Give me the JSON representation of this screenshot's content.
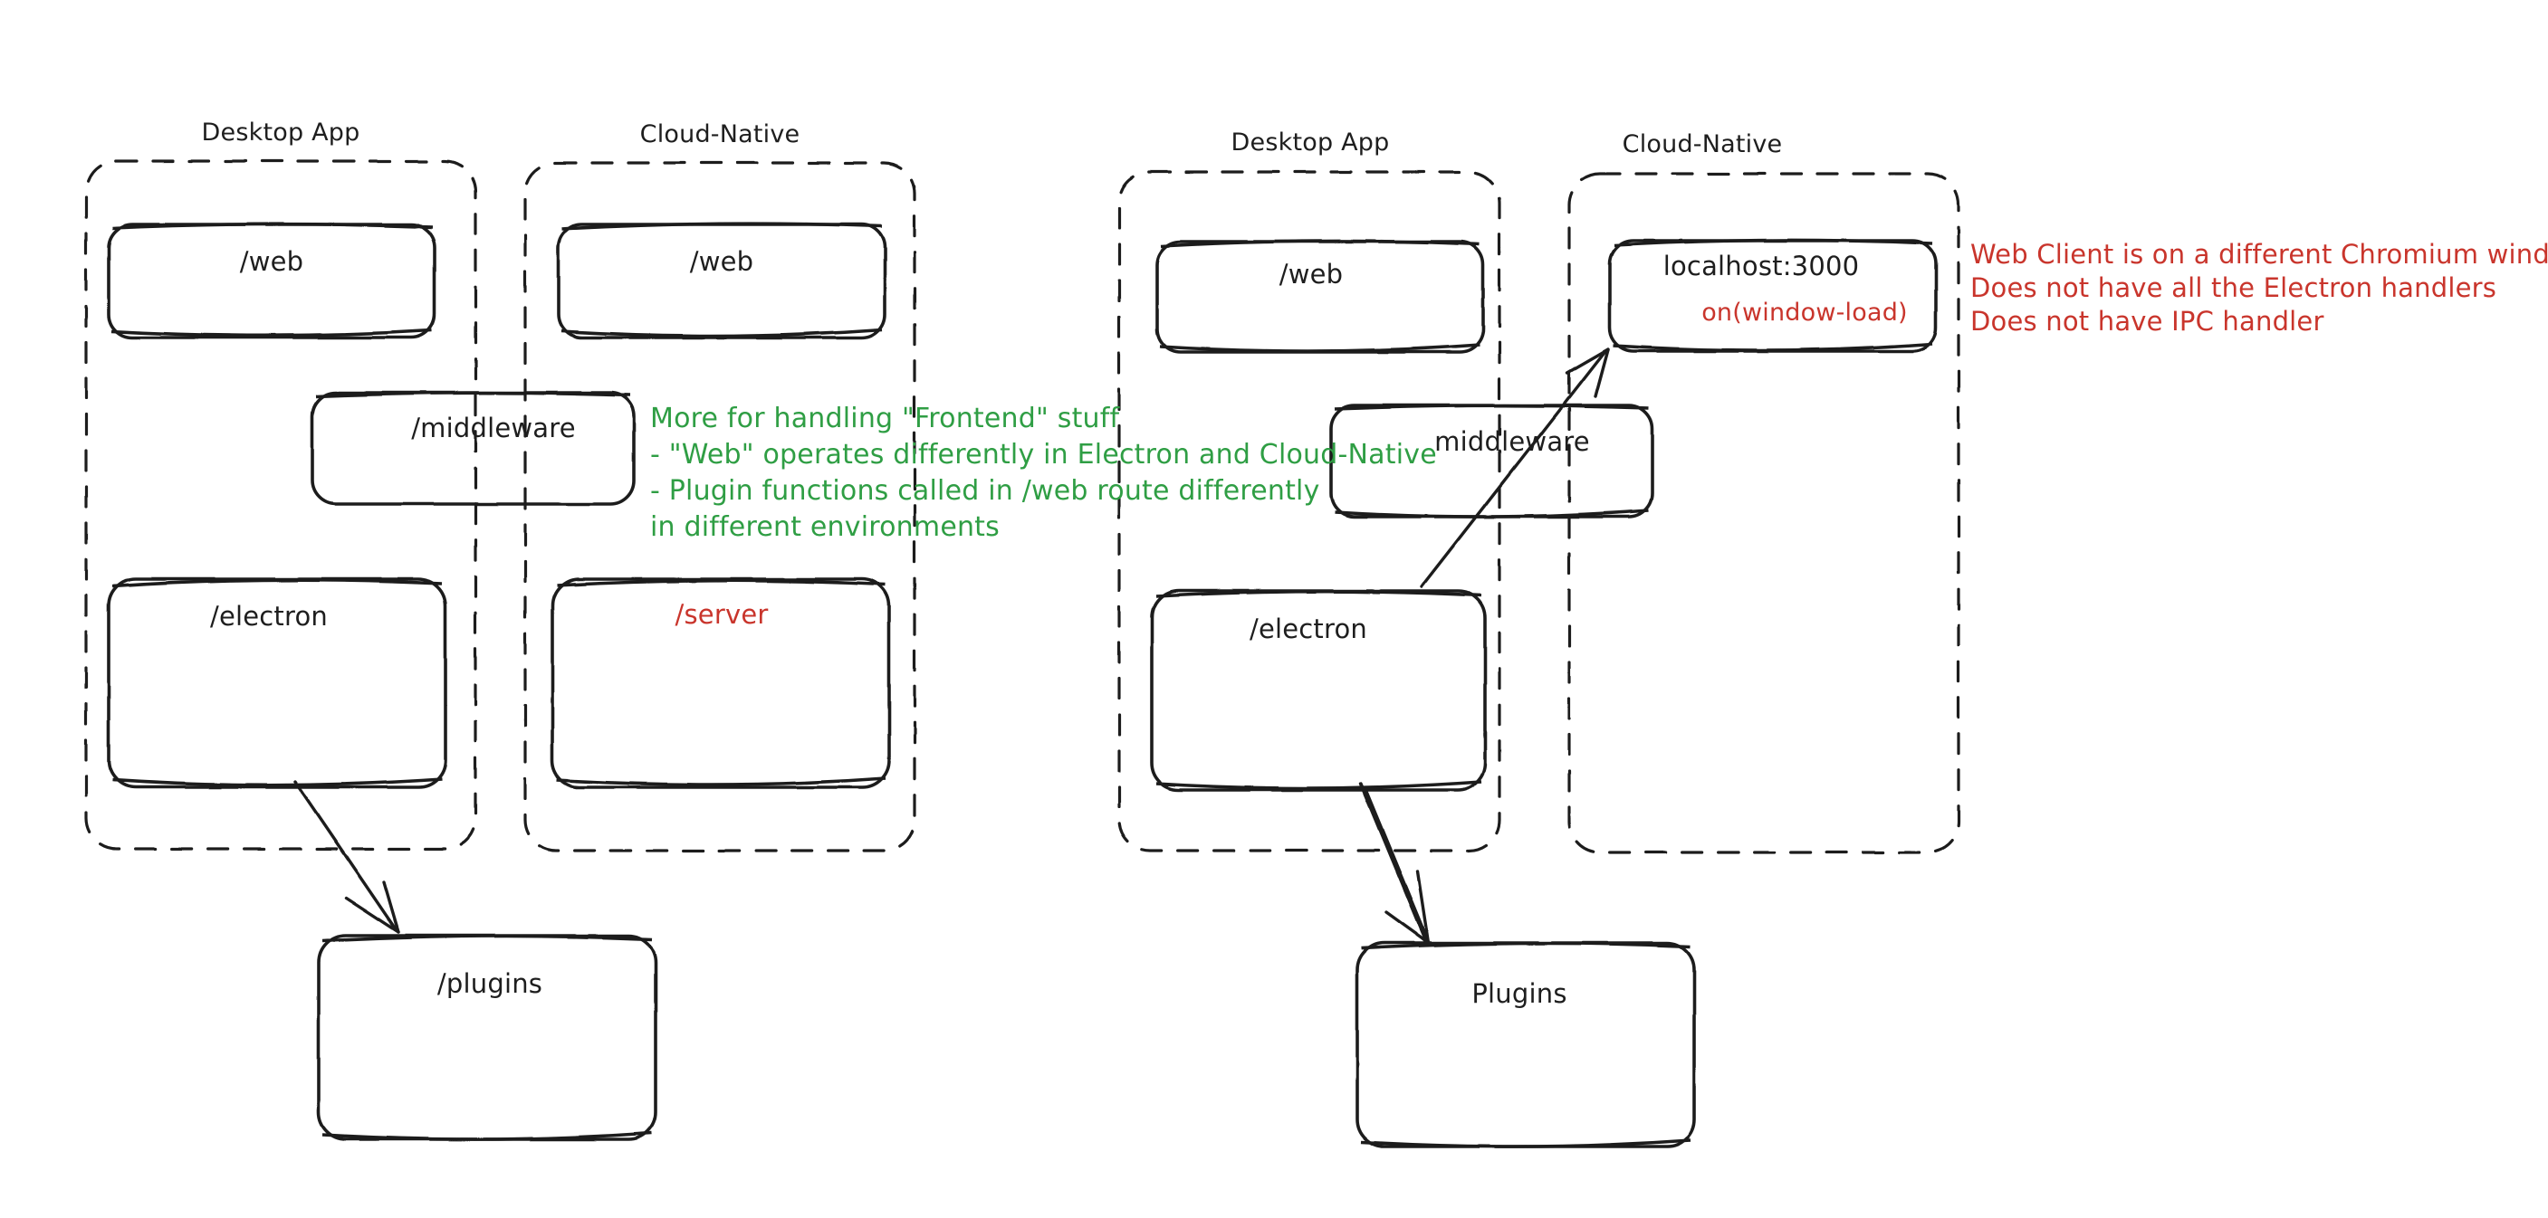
{
  "diagram": {
    "title": "Electron Desktop App vs Cloud-Native architecture comparison",
    "style": "hand-drawn sketch (excalidraw)",
    "colors": {
      "stroke": "#1e1e1e",
      "background": "#ffffff",
      "green_note": "#2f9e44",
      "red_note": "#c9352c"
    }
  },
  "left_diagram": {
    "groups": [
      {
        "id": "left-desktop",
        "label": "Desktop App"
      },
      {
        "id": "left-cloud",
        "label": "Cloud-Native"
      }
    ],
    "nodes": [
      {
        "id": "left-web-desktop",
        "label": "/web",
        "color": "#1e1e1e"
      },
      {
        "id": "left-web-cloud",
        "label": "/web",
        "color": "#1e1e1e"
      },
      {
        "id": "left-middleware",
        "label": "/middleware",
        "color": "#1e1e1e"
      },
      {
        "id": "left-electron",
        "label": "/electron",
        "color": "#1e1e1e"
      },
      {
        "id": "left-server",
        "label": "/server",
        "color": "#c9352c"
      },
      {
        "id": "left-plugins",
        "label": "/plugins",
        "color": "#1e1e1e"
      }
    ],
    "arrows": [
      {
        "from": "left-electron",
        "to": "left-plugins"
      }
    ],
    "annotation_green": {
      "lines": [
        "More for handling \"Frontend\" stuff",
        "- \"Web\" operates differently in Electron and Cloud-Native",
        "- Plugin functions called in /web route differently",
        "in different environments"
      ]
    }
  },
  "right_diagram": {
    "groups": [
      {
        "id": "right-desktop",
        "label": "Desktop App"
      },
      {
        "id": "right-cloud",
        "label": "Cloud-Native"
      }
    ],
    "nodes": [
      {
        "id": "right-web",
        "label": "/web",
        "color": "#1e1e1e"
      },
      {
        "id": "right-localhost",
        "label": "localhost:3000",
        "sublabel": "on(window-load)",
        "color": "#1e1e1e",
        "sublabel_color": "#c9352c"
      },
      {
        "id": "right-middleware",
        "label": "middleware",
        "color": "#1e1e1e"
      },
      {
        "id": "right-electron",
        "label": "/electron",
        "color": "#1e1e1e"
      },
      {
        "id": "right-plugins",
        "label": "Plugins",
        "color": "#1e1e1e"
      }
    ],
    "arrows": [
      {
        "from": "right-electron",
        "to": "right-localhost"
      },
      {
        "from": "right-electron",
        "to": "right-plugins"
      }
    ],
    "annotation_red": {
      "lines": [
        "Web Client is on a different Chromium window",
        "Does not have all the Electron handlers",
        "Does not have IPC handler"
      ]
    }
  }
}
